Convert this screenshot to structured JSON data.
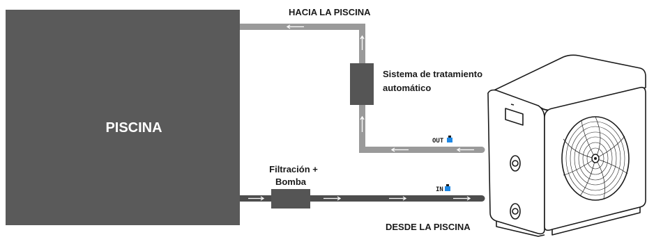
{
  "pool": {
    "label": "PISCINA"
  },
  "pipes": {
    "to_pool_label": "HACIA LA PISCINA",
    "from_pool_label": "DESDE LA PISCINA"
  },
  "components": {
    "treatment_line1": "Sistema de tratamiento",
    "treatment_line2": "automático",
    "filtration_line1": "Filtración +",
    "filtration_line2": "Bomba"
  },
  "heat_pump": {
    "out_label": "OUT",
    "in_label": "IN"
  },
  "colors": {
    "pool": "#5a5a5a",
    "return_pipe": "#9a9a9a",
    "supply_pipe": "#4d4d4d",
    "device_box": "#555555",
    "arrows": "#ffffff",
    "port_accent": "#1e88e5"
  }
}
